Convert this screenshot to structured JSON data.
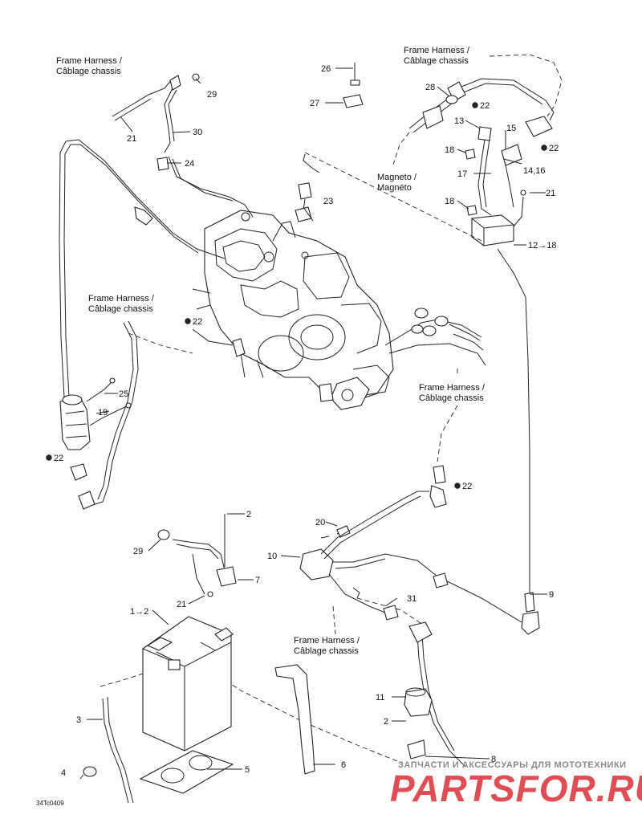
{
  "callouts": {
    "n1": "1→2",
    "n2": "2",
    "n3": "3",
    "n4": "4",
    "n5": "5",
    "n6": "6",
    "n7": "7",
    "n8": "8",
    "n9": "9",
    "n10": "10",
    "n11": "11",
    "n12": "12→18",
    "n13": "13",
    "n14": "14,16",
    "n15": "15",
    "n17": "17",
    "n18": "18",
    "n19": "19",
    "n20": "20",
    "n21": "21",
    "n22": "22",
    "n23": "23",
    "n24": "24",
    "n25": "25",
    "n26": "26",
    "n27": "27",
    "n28": "28",
    "n29": "29",
    "n30": "30",
    "n31": "31"
  },
  "notes": {
    "frame_harness_1": "Frame Harness /",
    "frame_harness_2": "Câblage chassis",
    "magneto_1": "Magneto /",
    "magneto_2": "Magnéto"
  },
  "figure_ref": "34Tc0409",
  "watermark": {
    "subtitle": "ЗАПЧАСТИ И АКСЕССУАРЫ ДЛЯ МОТОТЕХНИКИ",
    "main": "PARTSFOR.RU"
  },
  "colors": {
    "lines": "#222222",
    "background": "#ffffff",
    "watermark_red": "#e04e55",
    "watermark_grey": "#8a8a8a"
  }
}
